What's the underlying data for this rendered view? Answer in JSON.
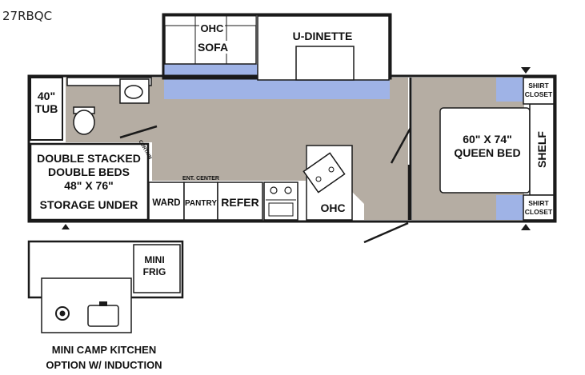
{
  "model": "27RBQC",
  "labels": {
    "ohc_top": "OHC",
    "sofa": "SOFA",
    "u_dinette": "U-DINETTE",
    "tub_size": "40\"",
    "tub": "TUB",
    "curtain": "CURTAIN",
    "bunk_line1": "DOUBLE STACKED",
    "bunk_line2": "DOUBLE BEDS",
    "bunk_line3": "48\" X 76\"",
    "bunk_line4": "STORAGE UNDER",
    "ent_center": "ENT. CENTER",
    "ward": "WARD",
    "pantry": "PANTRY",
    "refer": "REFER",
    "ohc_kitchen": "OHC",
    "bed_size": "60\" X 74\"",
    "queen_bed": "QUEEN BED",
    "shelf": "SHELF",
    "shirt_closet_top_1": "SHIRT",
    "shirt_closet_top_2": "CLOSET",
    "shirt_closet_bottom_1": "SHIRT",
    "shirt_closet_bottom_2": "CLOSET",
    "mini_frig_1": "MINI",
    "mini_frig_2": "FRIG",
    "camp_kitchen_1": "MINI CAMP KITCHEN",
    "camp_kitchen_2": "OPTION W/ INDUCTION"
  },
  "colors": {
    "floor": "#b5ada3",
    "slide": "#9fb3e6",
    "wall": "#1a1a1a",
    "furniture": "#ffffff"
  }
}
